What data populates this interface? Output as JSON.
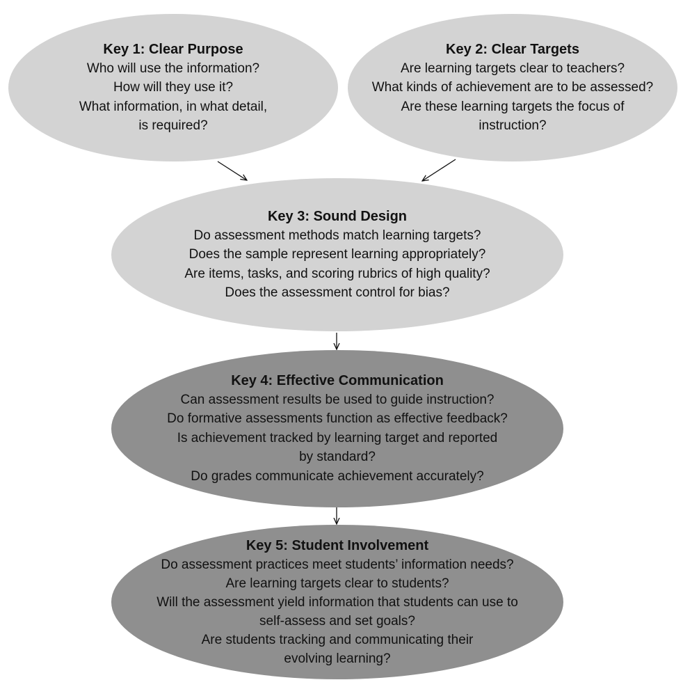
{
  "keys": [
    {
      "title": "Key 1: Clear Purpose",
      "lines": [
        "Who will use the information?",
        "How will they use it?",
        "What information, in what detail,",
        "is required?"
      ]
    },
    {
      "title": "Key 2: Clear Targets",
      "lines": [
        "Are learning targets clear to teachers?",
        "What kinds of achievement are to be assessed?",
        "Are these learning targets the focus of",
        "instruction?"
      ]
    },
    {
      "title": "Key 3: Sound Design",
      "lines": [
        "Do assessment methods match learning targets?",
        "Does the sample represent learning appropriately?",
        "Are items, tasks, and scoring rubrics of high quality?",
        "Does the assessment control for bias?"
      ]
    },
    {
      "title": "Key 4: Effective Communication",
      "lines": [
        "Can assessment results be used to guide instruction?",
        "Do formative assessments function as effective feedback?",
        "Is achievement tracked by learning target and reported",
        "by standard?",
        "Do grades communicate achievement accurately?"
      ]
    },
    {
      "title": "Key 5: Student Involvement",
      "lines": [
        "Do assessment practices meet students’ information needs?",
        "Are learning targets clear to students?",
        "Will the assessment yield information that students can use to",
        "self-assess and set goals?",
        "Are students tracking and communicating their",
        "evolving learning?"
      ]
    }
  ],
  "colors": {
    "light_fill": "#d3d3d3",
    "dark_fill": "#8f8f8f",
    "arrow": "#111111"
  }
}
